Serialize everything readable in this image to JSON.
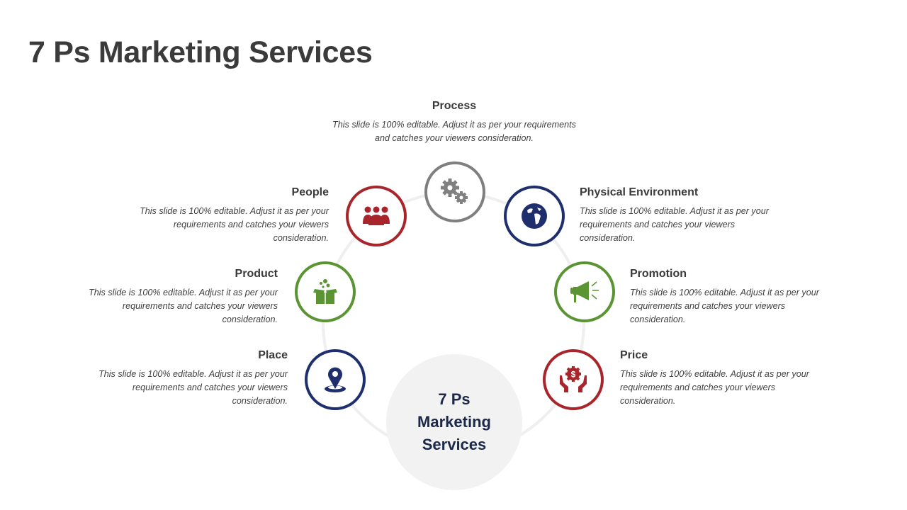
{
  "title": "7 Ps Marketing Services",
  "center_label": "7 Ps Marketing Services",
  "colors": {
    "red": "#a8262b",
    "green": "#5b9433",
    "navy": "#1f2f6e",
    "gray": "#7f7f7f",
    "hub": "#f2f2f2"
  },
  "items": [
    {
      "name": "Process",
      "icon": "gears-icon",
      "description": "This slide is 100% editable. Adjust it as per your requirements and catches your viewers consideration."
    },
    {
      "name": "People",
      "icon": "people-icon",
      "description": "This slide is 100% editable. Adjust it as per your requirements and catches your viewers consideration."
    },
    {
      "name": "Physical Environment",
      "icon": "globe-icon",
      "description": "This slide is 100% editable. Adjust it as per your requirements and catches your viewers consideration."
    },
    {
      "name": "Product",
      "icon": "box-icon",
      "description": "This slide is 100% editable. Adjust it as per your requirements and catches your viewers consideration."
    },
    {
      "name": "Promotion",
      "icon": "megaphone-icon",
      "description": "This slide is 100% editable. Adjust it as per your requirements and catches your viewers consideration."
    },
    {
      "name": "Place",
      "icon": "location-pin-icon",
      "description": "This slide is 100% editable. Adjust it as per your requirements and catches your viewers consideration."
    },
    {
      "name": "Price",
      "icon": "money-hands-icon",
      "description": "This slide is 100% editable. Adjust it as per your requirements and catches your viewers consideration."
    }
  ]
}
